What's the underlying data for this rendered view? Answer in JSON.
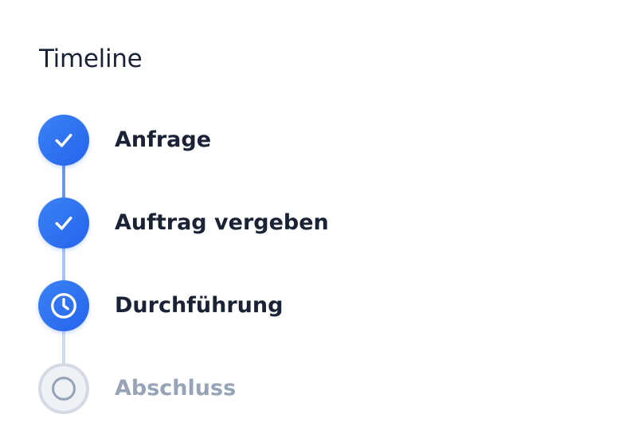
{
  "title": "Timeline",
  "steps": [
    {
      "label": "Anfrage",
      "status": "done",
      "icon": "check-icon"
    },
    {
      "label": "Auftrag vergeben",
      "status": "done",
      "icon": "check-icon"
    },
    {
      "label": "Durchführung",
      "status": "current",
      "icon": "clock-icon"
    },
    {
      "label": "Abschluss",
      "status": "pending",
      "icon": "circle-icon"
    }
  ],
  "colors": {
    "accent": "#2563eb",
    "text": "#1a2236",
    "muted": "#97a3b6",
    "pending_ring": "#d4dae3"
  }
}
